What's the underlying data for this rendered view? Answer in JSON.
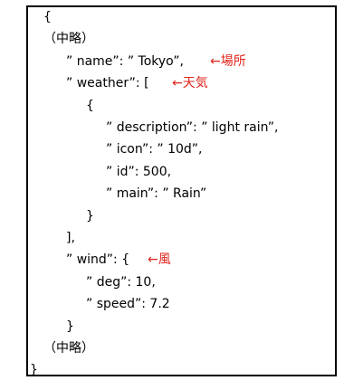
{
  "lines": [
    {
      "text": "{",
      "indent": 1,
      "note": ""
    },
    {
      "text": "（中略）",
      "indent": 1,
      "note": ""
    },
    {
      "text": "” name”: ” Tokyo”,",
      "indent": 2,
      "note": "←場所"
    },
    {
      "text": "” weather”: [",
      "indent": 2,
      "note": "←天気"
    },
    {
      "text": "{",
      "indent": 3,
      "note": ""
    },
    {
      "text": "” description”: ” light rain”,",
      "indent": 4,
      "note": ""
    },
    {
      "text": "” icon”: ” 10d”,",
      "indent": 4,
      "note": ""
    },
    {
      "text": "” id”: 500,",
      "indent": 4,
      "note": ""
    },
    {
      "text": "” main”: ” Rain”",
      "indent": 4,
      "note": ""
    },
    {
      "text": "}",
      "indent": 3,
      "note": ""
    },
    {
      "text": "],",
      "indent": 2,
      "note": ""
    },
    {
      "text": "” wind”: {",
      "indent": 2,
      "note": "←風"
    },
    {
      "text": "” deg”: 10,",
      "indent": 3,
      "note": ""
    },
    {
      "text": "” speed”: 7.2",
      "indent": 3,
      "note": ""
    },
    {
      "text": "}",
      "indent": 2,
      "note": ""
    },
    {
      "text": "（中略）",
      "indent": 1,
      "note": ""
    },
    {
      "text": "}",
      "indent": 0,
      "note": ""
    }
  ],
  "colors": {
    "note": "#e0241b",
    "text": "#000000",
    "border": "#000000"
  }
}
